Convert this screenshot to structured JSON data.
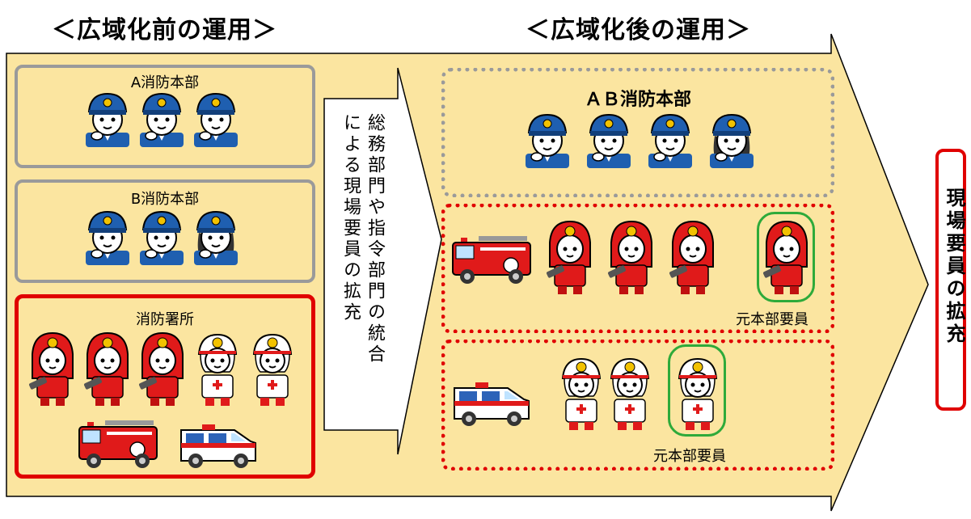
{
  "headings": {
    "before": "＜広域化前の運用＞",
    "after": "＜広域化後の運用＞"
  },
  "before": {
    "a_hq": {
      "title": "A消防本部",
      "staff": [
        "officer",
        "officer",
        "officer"
      ]
    },
    "b_hq": {
      "title": "B消防本部",
      "staff": [
        "officer",
        "officer",
        "officer-female"
      ]
    },
    "station": {
      "title": "消防署所",
      "crew": [
        "firefighter",
        "firefighter",
        "firefighter",
        "paramedic",
        "paramedic"
      ],
      "vehicles": [
        "fire-engine",
        "ambulance"
      ]
    }
  },
  "transition": {
    "text": "総務部門や指令部門の統合による現場要員の拡充"
  },
  "after": {
    "ab_hq": {
      "title": "ＡＢ消防本部",
      "staff": [
        "officer",
        "officer",
        "officer",
        "officer-female"
      ]
    },
    "fire_unit": {
      "caption": "元本部要員",
      "vehicle": "fire-engine",
      "crew": [
        "firefighter",
        "firefighter",
        "firefighter"
      ],
      "added": "firefighter"
    },
    "ems_unit": {
      "caption": "元本部要員",
      "vehicle": "ambulance",
      "crew": [
        "paramedic",
        "paramedic"
      ],
      "added": "paramedic"
    }
  },
  "result_label": "現場要員の拡充",
  "colors": {
    "panel": "#fbe5a0",
    "red": "#e00000",
    "gray": "#9a9a9a",
    "green": "#2eaa3a",
    "blue": "#1f5fb0"
  }
}
